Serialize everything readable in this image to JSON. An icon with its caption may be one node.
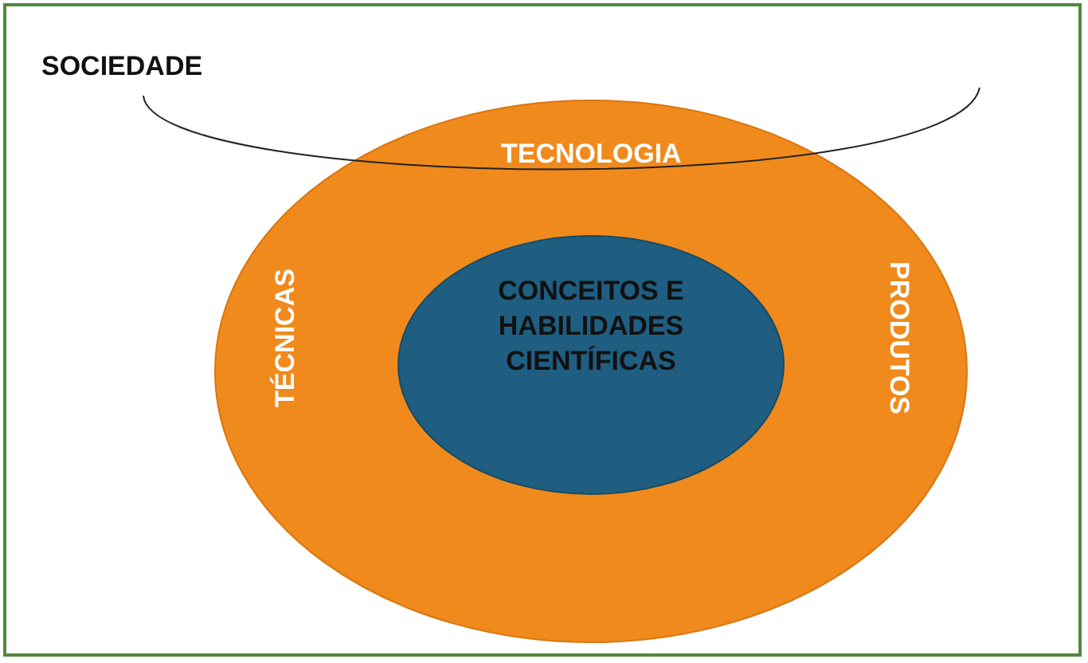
{
  "diagram": {
    "nodes": [
      {
        "text": [
          "SOCIEDADE"
        ]
      },
      {
        "text": [
          "TECNOLOGIA",
          "TÉCNICAS",
          "PRODUTOS"
        ],
        "in": 0
      },
      {
        "text": [
          "CONCEITOS E HABILIDADES CIENTÍFICAS"
        ],
        "in": 1
      }
    ],
    "edges": []
  }
}
